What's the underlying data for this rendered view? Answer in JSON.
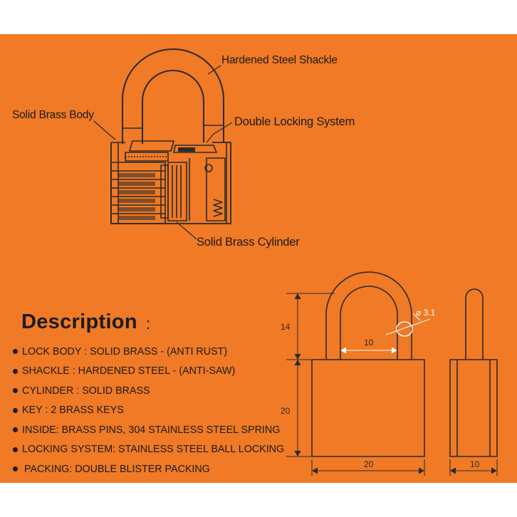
{
  "callouts": {
    "shackle": "Hardened Steel Shackle",
    "body": "Solid Brass Body",
    "locking": "Double Locking System",
    "cylinder": "Solid Brass Cylinder"
  },
  "description": {
    "title": "Description",
    "colon": ":",
    "items": [
      "LOCK BODY : SOLID BRASS - (ANTI RUST)",
      "SHACKLE : HARDENED STEEL - (ANTI-SAW)",
      "CYLINDER : SOLID BRASS",
      "KEY : 2 BRASS KEYS",
      "INSIDE: BRASS PINS, 304 STAINLESS STEEL SPRING",
      "LOCKING SYSTEM: STAINLESS STEEL BALL LOCKING",
      "PACKING: DOUBLE BLISTER PACKING"
    ]
  },
  "dimensions": {
    "shackle_height": "14",
    "body_height": "20",
    "shackle_inner_width": "10",
    "body_width": "20",
    "side_width": "10",
    "shackle_diameter": "3.1"
  },
  "colors": {
    "background": "#f07a25",
    "line": "#2a2a2a"
  }
}
